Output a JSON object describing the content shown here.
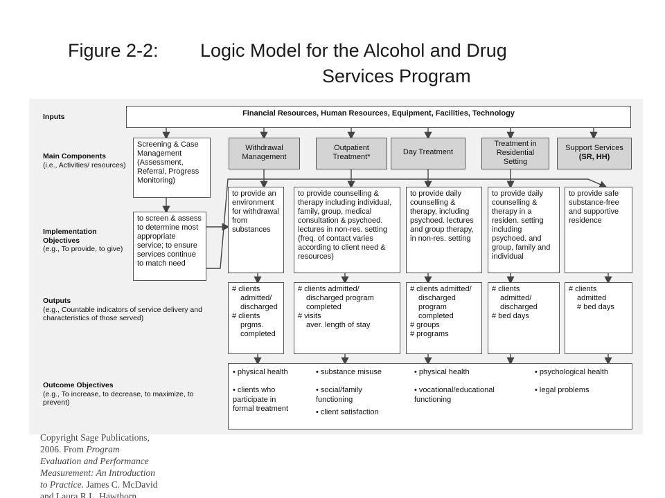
{
  "title": {
    "line1_num": "Figure 2-2:",
    "line1_text": "Logic Model for the Alcohol and Drug",
    "line2_text": "Services Program"
  },
  "row_labels": {
    "inputs": "Inputs",
    "main_components": "Main Components",
    "main_components_sub": "(i.e., Activities/ resources)",
    "implementation": "Implementation Objectives",
    "implementation_sub": "(e.g., To provide, to give)",
    "outputs": "Outputs",
    "outputs_sub": "(e.g., Countable indicators of service delivery and characteristics of those served)",
    "outcomes": "Outcome Objectives",
    "outcomes_sub": "(e.g., To increase, to decrease, to maximize, to prevent)"
  },
  "inputs_box": "Financial Resources, Human Resources, Equipment, Facilities, Technology",
  "components": {
    "screening": "Screening & Case Management (Assessment, Referral, Progress Monitoring)",
    "withdrawal": "Withdrawal Management",
    "outpatient": "Outpatient Treatment*",
    "day": "Day Treatment",
    "residential": "Treatment in Residential Setting",
    "support": "Support Services",
    "support_bold": "(SR, HH)"
  },
  "implementation": {
    "screening": "to screen & assess to determine most appropriate service; to ensure services continue to match need",
    "withdrawal": "to provide an environment for withdrawal from substances",
    "outpatient": "to provide counselling & therapy including individual, family, group, medical consultation & psychoed. lectures in non-res. setting (freq. of contact varies according to client need & resources)",
    "day": "to provide daily counselling & therapy, including psychoed. lectures and group therapy, in non-res. setting",
    "residential": "to provide daily counselling & therapy in a residen. setting including psychoed. and group, family and individual",
    "support": "to provide safe substance-free and supportive residence"
  },
  "outputs": {
    "withdrawal": [
      "# clients",
      "admitted/",
      "discharged",
      "# clients",
      "prgms.",
      "completed"
    ],
    "outpatient": [
      "# clients admitted/",
      "discharged program",
      "completed",
      "# visits",
      "aver. length of stay"
    ],
    "day": [
      "# clients admitted/",
      "discharged",
      "program",
      "completed",
      "# groups",
      "# programs"
    ],
    "residential": [
      "# clients",
      "admitted/",
      "discharged",
      "# bed days"
    ],
    "support": [
      "# clients",
      "admitted",
      "# bed days"
    ]
  },
  "outcomes": {
    "c1": [
      "• physical health",
      "• clients who participate in formal treatment"
    ],
    "c2": [
      "• substance misuse",
      "• social/family functioning",
      "• client satisfaction"
    ],
    "c3": [
      "• physical health",
      "• vocational/educational functioning"
    ],
    "c4": [
      "• psychological health",
      "• legal problems"
    ]
  },
  "copyright": {
    "line1": "Copyright Sage Publications,",
    "line2a": "2006. From ",
    "line2b": "Program",
    "line3": "Evaluation and Performance",
    "line4": "Measurement: An Introduction",
    "line5a": "to Practice.",
    "line5b": " James C. McDavid",
    "line6": "and Laura R.L. Hawthorn"
  }
}
